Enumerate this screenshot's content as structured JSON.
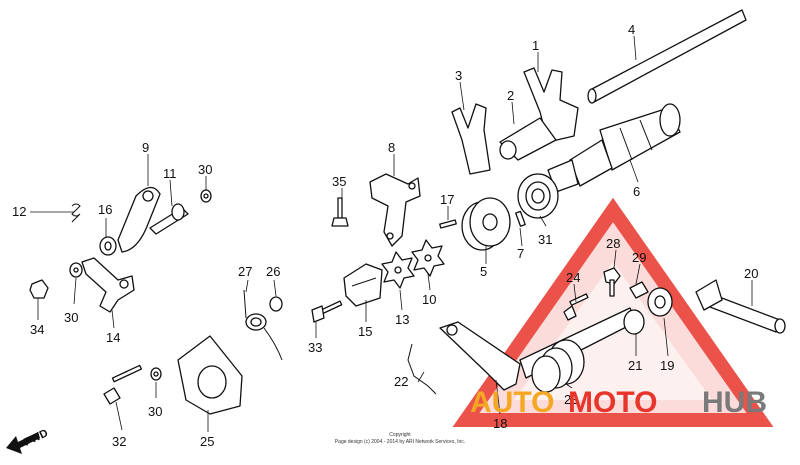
{
  "diagram": {
    "copyright_line1": "Copyright",
    "copyright_line2": "Page design (c) 2004 - 2014 by ARI Network Services, Inc.",
    "fwd_label": "FWD",
    "parts": [
      {
        "id": "p1",
        "label": "1"
      },
      {
        "id": "p2",
        "label": "2"
      },
      {
        "id": "p3",
        "label": "3"
      },
      {
        "id": "p4",
        "label": "4"
      },
      {
        "id": "p5",
        "label": "5"
      },
      {
        "id": "p6",
        "label": "6"
      },
      {
        "id": "p7",
        "label": "7"
      },
      {
        "id": "p8",
        "label": "8"
      },
      {
        "id": "p9",
        "label": "9"
      },
      {
        "id": "p10",
        "label": "10"
      },
      {
        "id": "p11",
        "label": "11"
      },
      {
        "id": "p12",
        "label": "12"
      },
      {
        "id": "p13",
        "label": "13"
      },
      {
        "id": "p14",
        "label": "14"
      },
      {
        "id": "p15",
        "label": "15"
      },
      {
        "id": "p16",
        "label": "16"
      },
      {
        "id": "p17",
        "label": "17"
      },
      {
        "id": "p18",
        "label": "18"
      },
      {
        "id": "p19",
        "label": "19"
      },
      {
        "id": "p20",
        "label": "20"
      },
      {
        "id": "p21",
        "label": "21"
      },
      {
        "id": "p22",
        "label": "22"
      },
      {
        "id": "p23",
        "label": "23"
      },
      {
        "id": "p24",
        "label": "24"
      },
      {
        "id": "p25",
        "label": "25"
      },
      {
        "id": "p26",
        "label": "26"
      },
      {
        "id": "p27",
        "label": "27"
      },
      {
        "id": "p28",
        "label": "28"
      },
      {
        "id": "p29",
        "label": "29"
      },
      {
        "id": "p30a",
        "label": "30"
      },
      {
        "id": "p30b",
        "label": "30"
      },
      {
        "id": "p30c",
        "label": "30"
      },
      {
        "id": "p31",
        "label": "31"
      },
      {
        "id": "p32",
        "label": "32"
      },
      {
        "id": "p33",
        "label": "33"
      },
      {
        "id": "p34",
        "label": "34"
      },
      {
        "id": "p35",
        "label": "35"
      }
    ]
  },
  "watermark": {
    "text_auto": "AUTO",
    "text_moto": "MOTO",
    "text_hub": "HUB",
    "color_red": "#e8352b",
    "color_orange": "#f5a623",
    "color_gray": "#7a7a7a"
  }
}
